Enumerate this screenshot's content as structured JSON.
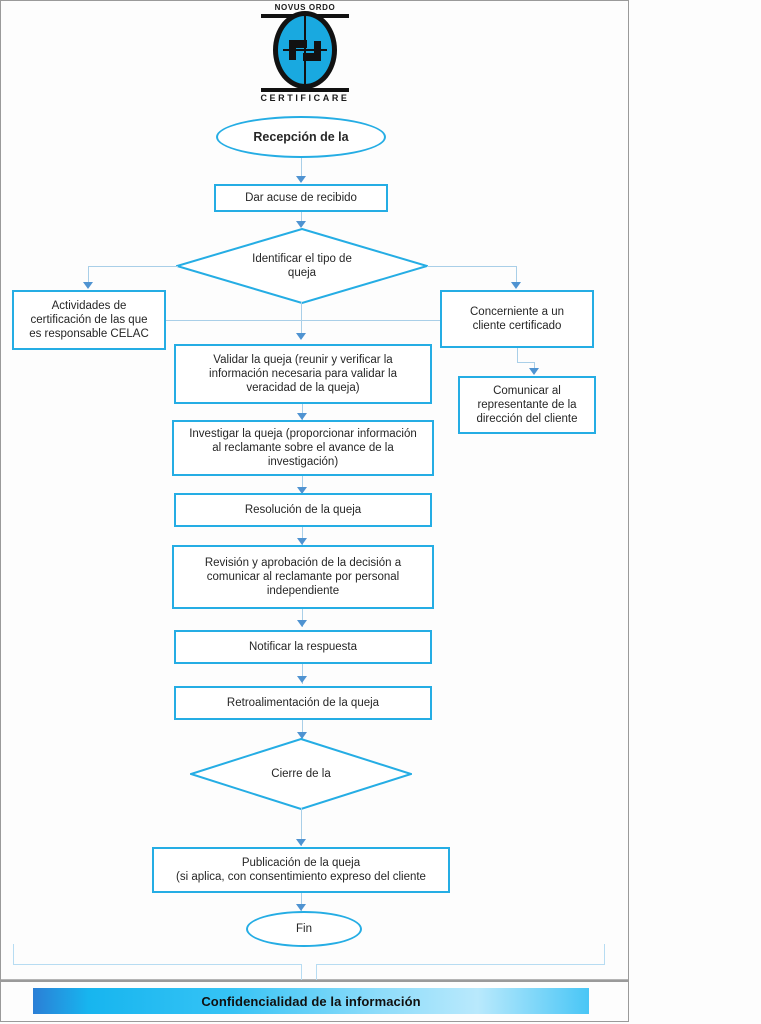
{
  "document": {
    "title": "Diagrama de flujo de tratamiento de quejas"
  },
  "logo": {
    "top_text": "NOVUS ORDO",
    "bottom_text": "CERTIFICARE",
    "circle_color": "#19a9e0",
    "ink_color": "#121212"
  },
  "theme": {
    "node_border": "#25ade4",
    "connector": "#a9cfe8",
    "arrowhead": "#4f93d1",
    "text": "#262626",
    "frame_border": "#9a9a9a",
    "banner_text": "#101010"
  },
  "flowchart": {
    "type": "flowchart",
    "orientation": "top-to-bottom",
    "nodes": [
      {
        "id": "start",
        "shape": "ellipse",
        "label": "Recepción de la",
        "bold": true
      },
      {
        "id": "acuse",
        "shape": "rect",
        "label": "Dar acuse de recibido"
      },
      {
        "id": "identificar",
        "shape": "diamond",
        "label": "Identificar el tipo de queja"
      },
      {
        "id": "celac",
        "shape": "rect",
        "label": "Actividades de certificación de las que es responsable CELAC"
      },
      {
        "id": "certificado",
        "shape": "rect",
        "label": "Concerniente a un cliente certificado"
      },
      {
        "id": "comunicar",
        "shape": "rect",
        "label": "Comunicar al representante de la dirección del cliente"
      },
      {
        "id": "validar",
        "shape": "rect",
        "label": "Validar la queja (reunir y verificar la información necesaria para validar la veracidad de la queja)"
      },
      {
        "id": "investigar",
        "shape": "rect",
        "label": "Investigar la queja (proporcionar información al reclamante sobre el avance de la investigación)"
      },
      {
        "id": "resolucion",
        "shape": "rect",
        "label": "Resolución de la queja"
      },
      {
        "id": "revision",
        "shape": "rect",
        "label": "Revisión y aprobación de la  decisión a comunicar al reclamante por personal independiente"
      },
      {
        "id": "notificar",
        "shape": "rect",
        "label": "Notificar la respuesta"
      },
      {
        "id": "retro",
        "shape": "rect",
        "label": "Retroalimentación de la queja"
      },
      {
        "id": "cierre",
        "shape": "diamond",
        "label": "Cierre de la"
      },
      {
        "id": "publicacion",
        "shape": "rect",
        "label": "Publicación  de la queja\n(si aplica, con consentimiento expreso del cliente"
      },
      {
        "id": "fin",
        "shape": "ellipse",
        "label": "Fin"
      }
    ],
    "edges": [
      {
        "from": "start",
        "to": "acuse"
      },
      {
        "from": "acuse",
        "to": "identificar"
      },
      {
        "from": "identificar",
        "to": "celac"
      },
      {
        "from": "identificar",
        "to": "certificado"
      },
      {
        "from": "identificar",
        "to": "validar"
      },
      {
        "from": "celac",
        "to": "certificado"
      },
      {
        "from": "certificado",
        "to": "comunicar"
      },
      {
        "from": "validar",
        "to": "investigar"
      },
      {
        "from": "investigar",
        "to": "resolucion"
      },
      {
        "from": "resolucion",
        "to": "revision"
      },
      {
        "from": "revision",
        "to": "notificar"
      },
      {
        "from": "notificar",
        "to": "retro"
      },
      {
        "from": "retro",
        "to": "cierre"
      },
      {
        "from": "cierre",
        "to": "publicacion"
      },
      {
        "from": "publicacion",
        "to": "fin"
      }
    ]
  },
  "banner": {
    "label": "Confidencialidad de la información"
  },
  "node_labels": {
    "start": "Recepción de la",
    "acuse": "Dar acuse de recibido",
    "identificar_l1": "Identificar el tipo de",
    "identificar_l2": "queja",
    "celac_l1": "Actividades de",
    "celac_l2": "certificación de las que",
    "celac_l3": "es responsable CELAC",
    "certificado_l1": "Concerniente a un",
    "certificado_l2": "cliente certificado",
    "comunicar_l1": "Comunicar  al",
    "comunicar_l2": "representante de la",
    "comunicar_l3": "dirección  del cliente",
    "validar_l1": "Validar la queja (reunir y verificar la",
    "validar_l2": "información necesaria para validar la",
    "validar_l3": "veracidad de la queja)",
    "investigar_l1": "Investigar la queja (proporcionar información",
    "investigar_l2": "al reclamante sobre el avance de la",
    "investigar_l3": "investigación)",
    "resolucion": "Resolución de la queja",
    "revision_l1": "Revisión y aprobación de la  decisión a",
    "revision_l2": "comunicar al reclamante por personal",
    "revision_l3": "independiente",
    "notificar": "Notificar la respuesta",
    "retro": "Retroalimentación de la queja",
    "cierre": "Cierre de la",
    "publicacion_l1": "Publicación  de la queja",
    "publicacion_l2": "(si aplica, con consentimiento  expreso del cliente",
    "fin": "Fin"
  }
}
